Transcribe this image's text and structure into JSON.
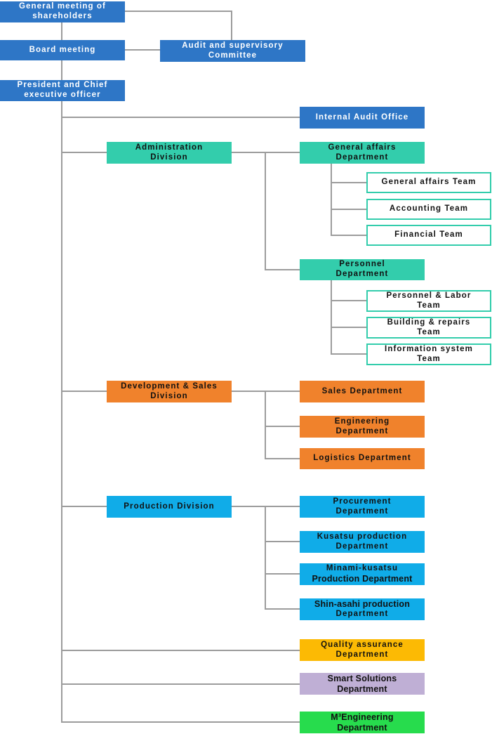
{
  "title": "Organization chart",
  "colors": {
    "blue": "#2e76c6",
    "teal": "#33cdac",
    "teal_border": "#33cdac",
    "orange": "#f0822c",
    "cyan": "#10ace8",
    "yellow": "#fcba04",
    "purple": "#bfafd5",
    "green": "#27dc4d",
    "connector": "#9c9c9c",
    "text_light": "#ffffff",
    "text_dark": "#111111"
  },
  "nodes": {
    "shareholders": {
      "label": "General meeting of shareholders",
      "lines": [
        "General meeting of",
        "shareholders"
      ]
    },
    "board_meeting": {
      "label": "Board meeting",
      "lines": [
        "Board meeting"
      ]
    },
    "audit_committee": {
      "label": "Audit and supervisory Committee",
      "lines": [
        "Audit and supervisory",
        "Committee"
      ]
    },
    "president": {
      "label": "President and Chief executive officer",
      "lines": [
        "President and Chief",
        "executive officer"
      ]
    },
    "internal_audit": {
      "label": "Internal Audit Office",
      "lines": [
        "Internal Audit Office"
      ]
    },
    "admin_division": {
      "label": "Administration Division",
      "lines": [
        "Administration",
        "Division"
      ]
    },
    "general_affairs_dept": {
      "label": "General affairs Department",
      "lines": [
        "General affairs",
        "Department"
      ]
    },
    "general_affairs_team": {
      "label": "General affairs Team",
      "lines": [
        "General affairs Team"
      ]
    },
    "accounting_team": {
      "label": "Accounting Team",
      "lines": [
        "Accounting Team"
      ]
    },
    "financial_team": {
      "label": "Financial Team",
      "lines": [
        "Financial Team"
      ]
    },
    "personnel_dept": {
      "label": "Personnel Department",
      "lines": [
        "Personnel",
        "Department"
      ]
    },
    "personnel_labor_team": {
      "label": "Personnel & Labor Team",
      "lines": [
        "Personnel & Labor",
        "Team"
      ]
    },
    "building_repairs_team": {
      "label": "Building & repairs Team",
      "lines": [
        "Building & repairs",
        "Team"
      ]
    },
    "information_system_team": {
      "label": "Information system Team",
      "lines": [
        "Information system",
        "Team"
      ]
    },
    "dev_sales_division": {
      "label": "Development & Sales Division",
      "lines": [
        "Development & Sales",
        "Division"
      ]
    },
    "sales_dept": {
      "label": "Sales Department",
      "lines": [
        "Sales Department"
      ]
    },
    "engineering_dept": {
      "label": "Engineering Department",
      "lines": [
        "Engineering",
        "Department"
      ]
    },
    "logistics_dept": {
      "label": "Logistics Department",
      "lines": [
        "Logistics Department"
      ]
    },
    "production_division": {
      "label": "Production Division",
      "lines": [
        "Production Division"
      ]
    },
    "procurement_dept": {
      "label": "Procurement Department",
      "lines": [
        "Procurement",
        "Department"
      ]
    },
    "kusatsu_dept": {
      "label": "Kusatsu production Department",
      "lines": [
        "Kusatsu production",
        "Department"
      ]
    },
    "minami_kusatsu_dept": {
      "label": "Minami-kusatsu Production Department",
      "lines": [
        "Minami-kusatsu",
        "Production Department"
      ]
    },
    "shin_asahi_dept": {
      "label": "Shin-asahi production Department",
      "lines": [
        "Shin-asahi production",
        "Department"
      ]
    },
    "quality_dept": {
      "label": "Quality assurance Department",
      "lines": [
        "Quality assurance",
        "Department"
      ]
    },
    "smart_solutions_dept": {
      "label": "Smart Solutions Department",
      "lines": [
        "Smart Solutions",
        "Department"
      ]
    },
    "m3_dept": {
      "label": "M³Engineering Department",
      "lines": [
        "M³Engineering",
        "Department"
      ]
    }
  },
  "edges": [
    [
      "shareholders",
      "board_meeting"
    ],
    [
      "shareholders",
      "audit_committee"
    ],
    [
      "board_meeting",
      "audit_committee"
    ],
    [
      "board_meeting",
      "president"
    ],
    [
      "president",
      "internal_audit"
    ],
    [
      "president",
      "admin_division"
    ],
    [
      "admin_division",
      "general_affairs_dept"
    ],
    [
      "general_affairs_dept",
      "general_affairs_team"
    ],
    [
      "general_affairs_dept",
      "accounting_team"
    ],
    [
      "general_affairs_dept",
      "financial_team"
    ],
    [
      "admin_division",
      "personnel_dept"
    ],
    [
      "personnel_dept",
      "personnel_labor_team"
    ],
    [
      "personnel_dept",
      "building_repairs_team"
    ],
    [
      "personnel_dept",
      "information_system_team"
    ],
    [
      "president",
      "dev_sales_division"
    ],
    [
      "dev_sales_division",
      "sales_dept"
    ],
    [
      "dev_sales_division",
      "engineering_dept"
    ],
    [
      "dev_sales_division",
      "logistics_dept"
    ],
    [
      "president",
      "production_division"
    ],
    [
      "production_division",
      "procurement_dept"
    ],
    [
      "production_division",
      "kusatsu_dept"
    ],
    [
      "production_division",
      "minami_kusatsu_dept"
    ],
    [
      "production_division",
      "shin_asahi_dept"
    ],
    [
      "president",
      "quality_dept"
    ],
    [
      "president",
      "smart_solutions_dept"
    ],
    [
      "president",
      "m3_dept"
    ]
  ]
}
